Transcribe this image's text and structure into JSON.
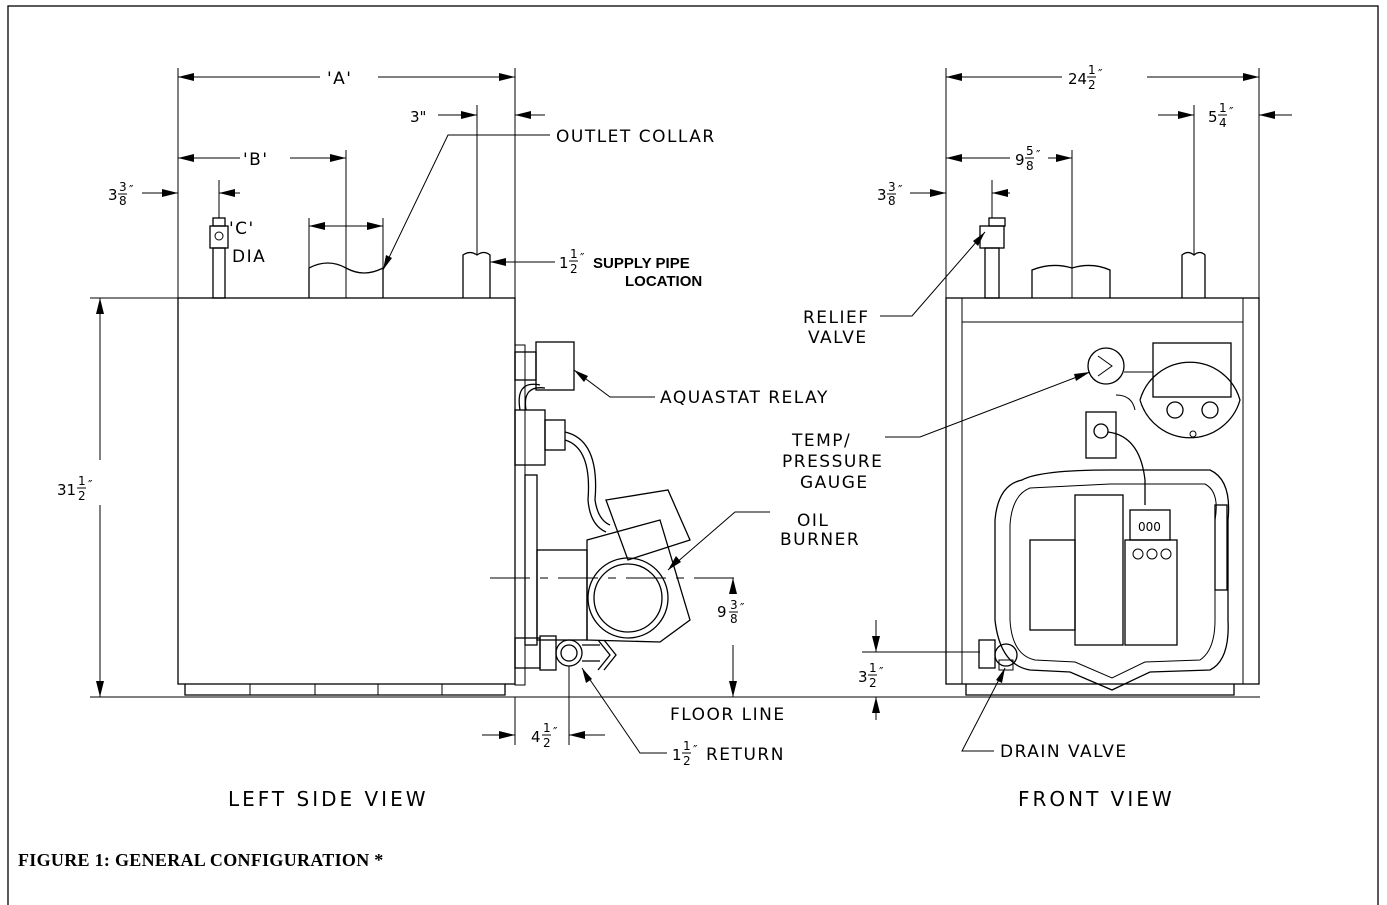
{
  "caption": "FIGURE 1:  GENERAL CONFIGURATION  *",
  "views": {
    "left": "LEFT SIDE VIEW",
    "front": "FRONT VIEW"
  },
  "dimensions": {
    "A": "'A'",
    "B": "'B'",
    "C": "'C'",
    "C_dia": "DIA",
    "three": "3\"",
    "three_three_eighths_whole": "3",
    "three_three_eighths_num": "3",
    "three_three_eighths_den": "8",
    "thirty_one_half_whole": "31",
    "nine_three_eighths_whole": "9",
    "four_half_whole": "4",
    "one_half_return_whole": "1",
    "one_half_supply_whole": "1",
    "twenty_four_half_whole": "24",
    "nine_five_eighths_whole": "9",
    "five_quarter_whole": "5",
    "three_half_whole": "3",
    "half_num": "1",
    "half_den": "2",
    "quarter_num": "1",
    "quarter_den": "4",
    "five_eighths_num": "5",
    "eighth_den": "8"
  },
  "labels": {
    "outlet_collar": "OUTLET COLLAR",
    "supply_pipe_line1": "SUPPLY PIPE",
    "supply_pipe_line2": "LOCATION",
    "aquastat_relay": "AQUASTAT RELAY",
    "oil_burner_line1": "OIL",
    "oil_burner_line2": "BURNER",
    "return": "RETURN",
    "floor_line": "FLOOR LINE",
    "relief_valve_line1": "RELIEF",
    "relief_valve_line2": "VALVE",
    "temp_gauge_line1": "TEMP/",
    "temp_gauge_line2": "PRESSURE",
    "temp_gauge_line3": "GAUGE",
    "drain_valve": "DRAIN VALVE",
    "gauge_digits": "000"
  }
}
